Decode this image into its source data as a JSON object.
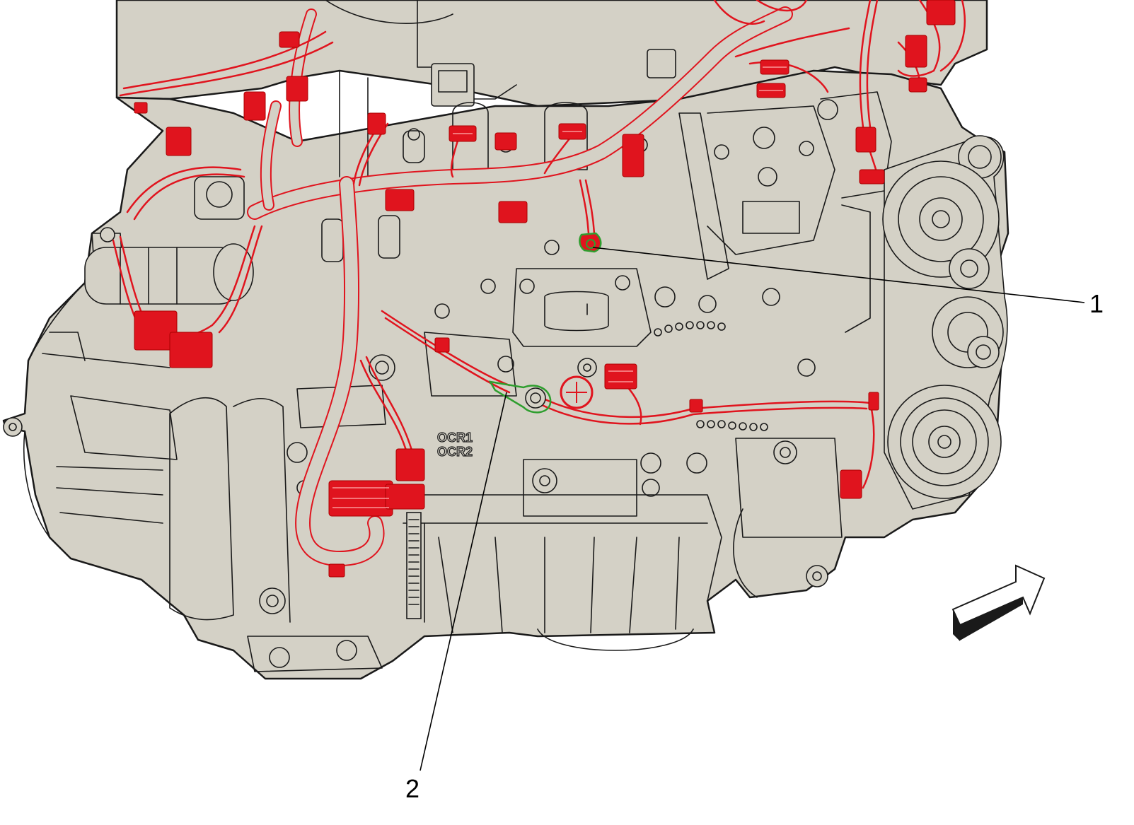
{
  "callouts": [
    {
      "number": "1"
    },
    {
      "number": "2"
    }
  ],
  "stamped_text": [
    "OCR1",
    "OCR2"
  ],
  "colors": {
    "engine_fill": "#d4d1c6",
    "outline": "#1a1a1a",
    "wiring_harness": "#e0141e",
    "ground_terminal": "#2e9e2e",
    "background": "#ffffff"
  },
  "icons": [
    "direction-arrow-icon"
  ]
}
